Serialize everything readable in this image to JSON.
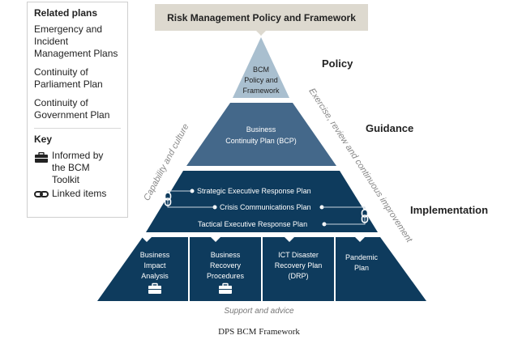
{
  "legend": {
    "related_heading": "Related plans",
    "related_items": [
      "Emergency and Incident Management Plans",
      "Continuity of Parliament Plan",
      "Continuity of Government Plan"
    ],
    "key_heading": "Key",
    "key_informed": "Informed by the BCM Toolkit",
    "key_linked": "Linked items",
    "informed_icon": "briefcase-icon",
    "linked_icon": "chain-link-icon"
  },
  "title": "Risk Management Policy and Framework",
  "levels": {
    "policy": "Policy",
    "guidance": "Guidance",
    "implementation": "Implementation"
  },
  "pyramid": {
    "top": [
      "BCM",
      "Policy and",
      "Framework"
    ],
    "middle": [
      "Business",
      "Continuity Plan (BCP)"
    ],
    "plans": [
      "Strategic Executive Response Plan",
      "Crisis Communications Plan",
      "Tactical  Executive Response Plan"
    ],
    "bottom": [
      {
        "lines": [
          "Business",
          "Impact",
          "Analysis"
        ],
        "toolkit": true
      },
      {
        "lines": [
          "Business",
          "Recovery",
          "Procedures"
        ],
        "toolkit": true
      },
      {
        "lines": [
          "ICT Disaster",
          "Recovery Plan",
          "(DRP)"
        ],
        "toolkit": false
      },
      {
        "lines": [
          "Pandemic",
          "Plan"
        ],
        "toolkit": false
      }
    ]
  },
  "side_labels": {
    "left": "Capability and culture",
    "right": "Exercise, review and continuous improvement"
  },
  "support": "Support and advice",
  "caption": "DPS BCM Framework",
  "colors": {
    "top": "#a9bfcf",
    "middle": "#44688a",
    "lower": "#0e3b5d",
    "title_bg": "#ddd9cf",
    "side_label": "#888888",
    "line": "#c9d4de"
  }
}
